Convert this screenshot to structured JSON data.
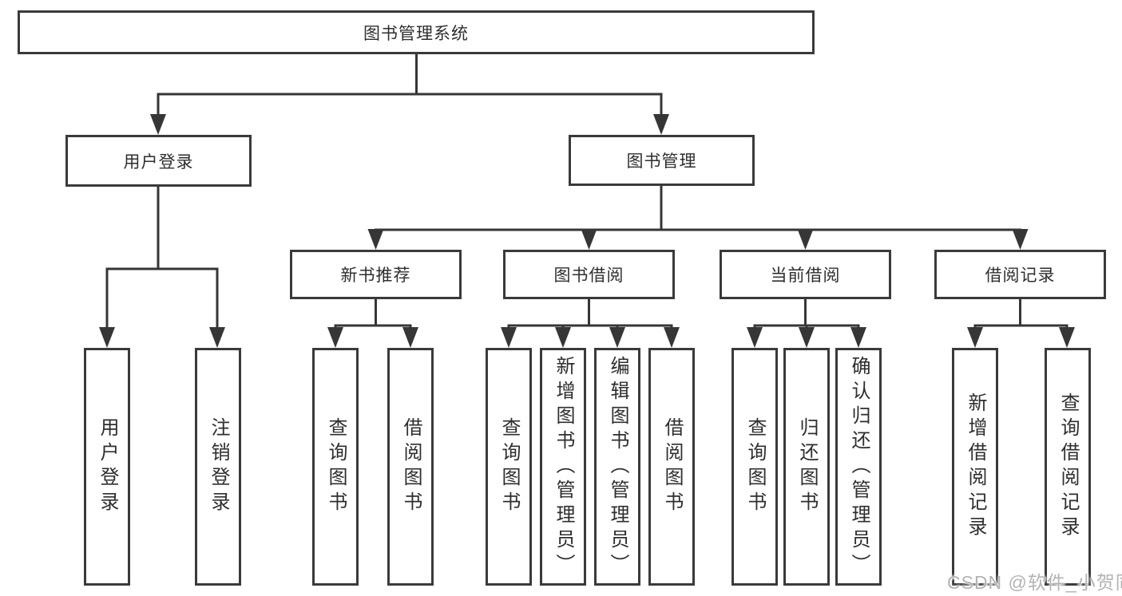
{
  "tree": {
    "root": {
      "label": "图书管理系统",
      "children": [
        {
          "label": "用户登录",
          "children": [
            {
              "label": "用户登录"
            },
            {
              "label": "注销登录"
            }
          ]
        },
        {
          "label": "图书管理",
          "children": [
            {
              "label": "新书推荐",
              "children": [
                {
                  "label": "查询图书"
                },
                {
                  "label": "借阅图书"
                }
              ]
            },
            {
              "label": "图书借阅",
              "children": [
                {
                  "label": "查询图书"
                },
                {
                  "label": "新增图书（管理员）"
                },
                {
                  "label": "编辑图书（管理员）"
                },
                {
                  "label": "借阅图书"
                }
              ]
            },
            {
              "label": "当前借阅",
              "children": [
                {
                  "label": "查询图书"
                },
                {
                  "label": "归还图书"
                },
                {
                  "label": "确认归还（管理员）"
                }
              ]
            },
            {
              "label": "借阅记录",
              "children": [
                {
                  "label": "新增借阅记录"
                },
                {
                  "label": "查询借阅记录"
                }
              ]
            }
          ]
        }
      ]
    }
  },
  "watermark": {
    "text": "CSDN @软件_小贺同学"
  },
  "colors": {
    "line": "#363636",
    "box_border": "#3a3a3a",
    "text": "#2e2e2e",
    "box_background": "#ffffff",
    "page_background": "#ffffff",
    "watermark": "#b3b3b3"
  }
}
